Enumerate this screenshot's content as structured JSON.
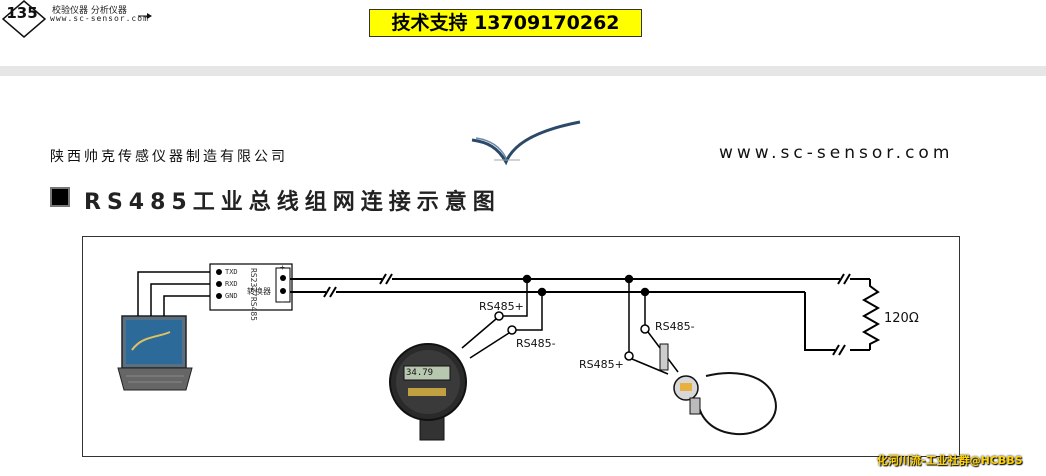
{
  "header": {
    "page_number": "135",
    "brand_categories": "校验仪器 分析仪器",
    "brand_url": "www.sc-sensor.com",
    "support_text": "技术支持 13709170262"
  },
  "document": {
    "company": "陕西帅克传感仪器制造有限公司",
    "website": "www.sc-sensor.com",
    "title": "RS485工业总线组网连接示意图"
  },
  "diagram": {
    "converter_title": "RS232/RS485",
    "converter_sub": "转换器",
    "pins": [
      "TXD",
      "RXD",
      "GND"
    ],
    "terminals": [
      "+",
      "-"
    ],
    "labels": {
      "d1_plus": "RS485+",
      "d1_minus": "RS485-",
      "d2_plus": "RS485+",
      "d2_minus": "RS485-",
      "resistor": "120Ω"
    },
    "gauge_reading": "34.79",
    "colors": {
      "wire": "#000000",
      "gauge_face": "#2a2a2a",
      "watermark": "#ffd400",
      "support_bg": "#ffff00"
    }
  },
  "watermark": "化河川流-工业社群@HCBBS"
}
